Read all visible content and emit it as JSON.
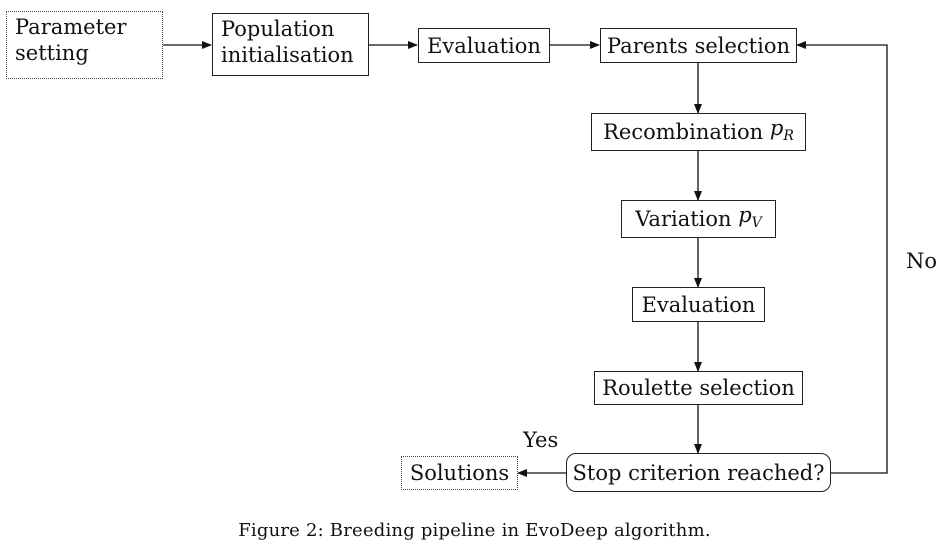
{
  "nodes": {
    "parameter_setting": [
      "Parameter",
      "setting"
    ],
    "population_initialisation": [
      "Population",
      "initialisation"
    ],
    "evaluation_1": "Evaluation",
    "parents_selection": "Parents selection",
    "recombination": {
      "text": "Recombination ",
      "symbol": "p",
      "subscript": "R"
    },
    "variation": {
      "text": "Variation ",
      "symbol": "p",
      "subscript": "V"
    },
    "evaluation_2": "Evaluation",
    "roulette_selection": "Roulette selection",
    "stop_criterion": "Stop criterion reached?",
    "solutions": "Solutions"
  },
  "edge_labels": {
    "yes": "Yes",
    "no": "No"
  },
  "caption": "Figure 2: Breeding pipeline in EvoDeep algorithm."
}
